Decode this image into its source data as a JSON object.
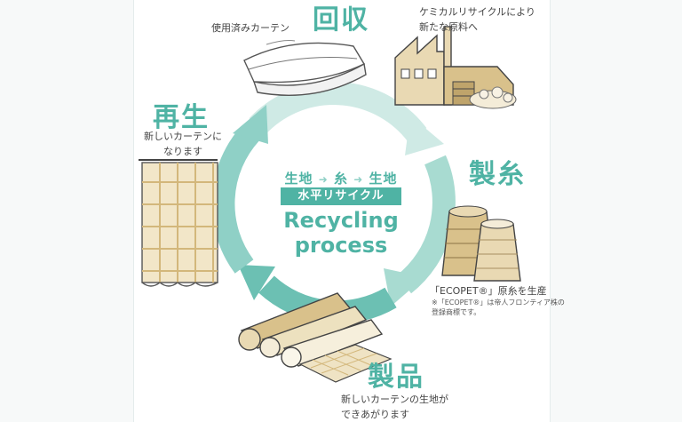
{
  "stages": {
    "kaishu": {
      "title": "回収",
      "note": "使用済みカーテン"
    },
    "factory": {
      "note_line1": "ケミカルリサイクルにより",
      "note_line2": "新たな原料へ"
    },
    "seishi": {
      "title": "製糸",
      "note": "「ECOPET®」原糸を生産",
      "footnote_line1": "※「ECOPET®」は帝人フロンティア株の",
      "footnote_line2": "登録商標です。"
    },
    "seihin": {
      "title": "製品",
      "note_line1": "新しいカーテンの生地が",
      "note_line2": "できあがります"
    },
    "saisei": {
      "title": "再生",
      "note_line1": "新しいカーテンに",
      "note_line2": "なります"
    }
  },
  "center": {
    "flow": [
      "生地",
      "糸",
      "生地"
    ],
    "band": "水平リサイクル",
    "en_line1": "Recycling",
    "en_line2": "process"
  },
  "colors": {
    "accent": "#4fb3a4",
    "ring_light": "#cfeae5",
    "ring_mid": "#9fd6cc",
    "ring_dark": "#4fb3a4",
    "fabric": "#e9d9b3",
    "grid": "#d3b77b"
  },
  "icons": [
    "folded-curtain-icon",
    "factory-icon",
    "yarn-cones-icon",
    "fabric-rolls-icon",
    "hanging-curtain-icon",
    "cycle-arrow-icon"
  ]
}
